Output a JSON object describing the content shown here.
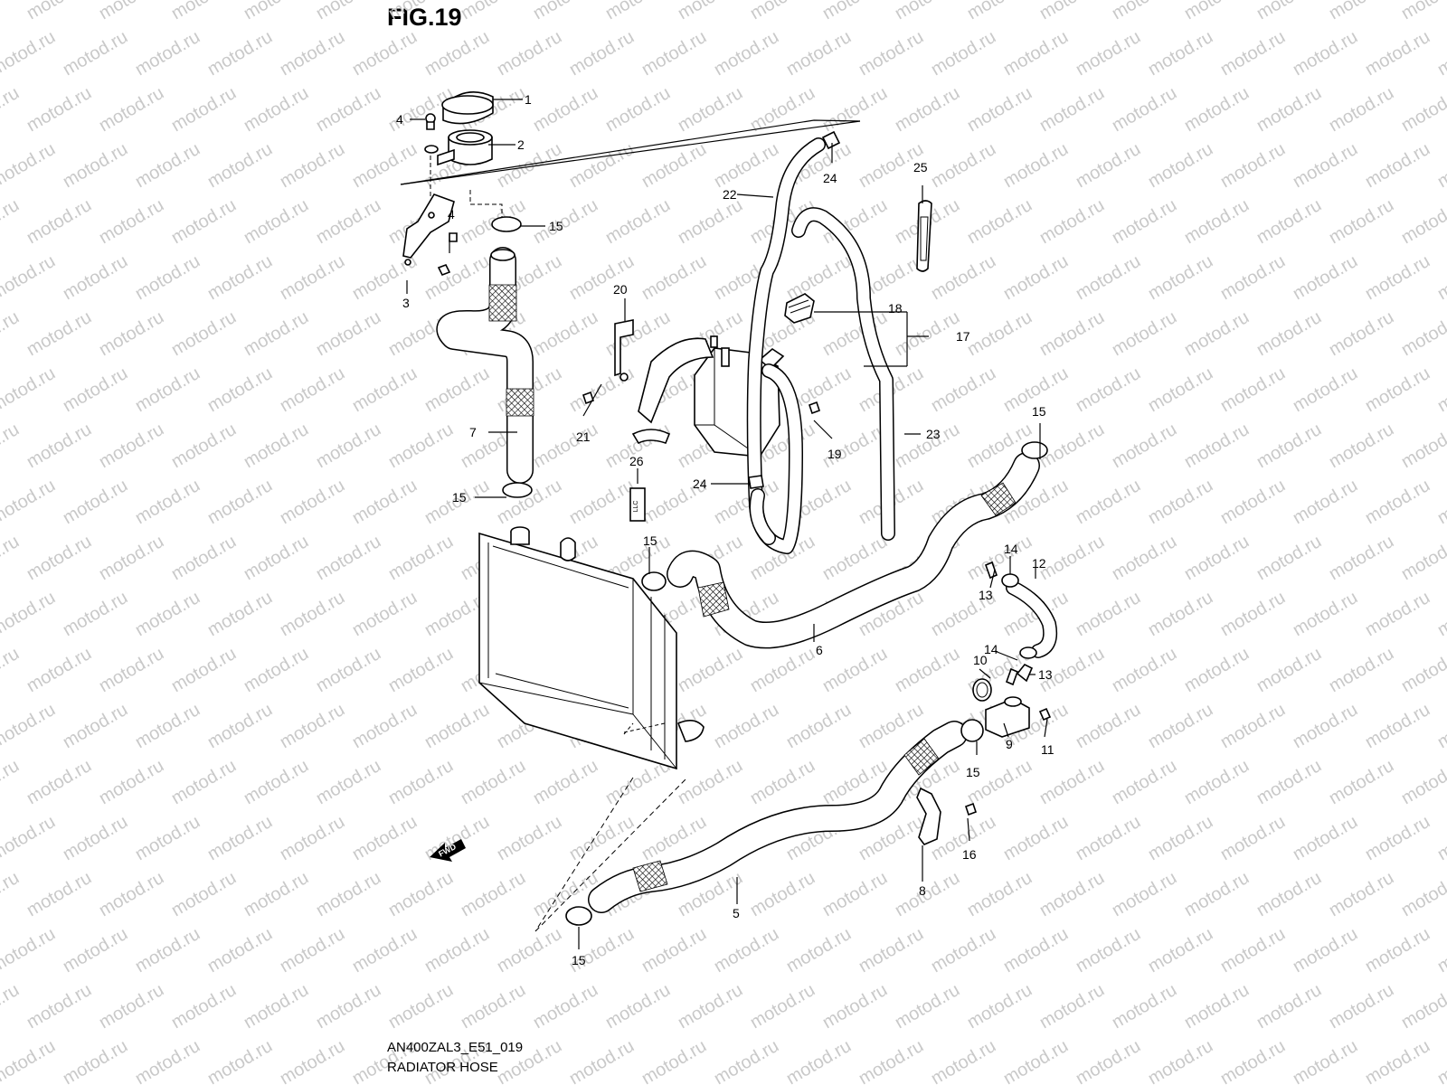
{
  "figure": {
    "title": "FIG.19",
    "code": "AN400ZAL3_E51_019",
    "name": "RADIATOR HOSE"
  },
  "watermark": "motod.ru",
  "direction_tag": "FWD",
  "llc_label": "LLC",
  "callouts": [
    "1",
    "2",
    "3",
    "4",
    "4",
    "5",
    "6",
    "7",
    "8",
    "9",
    "10",
    "11",
    "12",
    "13",
    "13",
    "14",
    "14",
    "15",
    "15",
    "15",
    "15",
    "15",
    "15",
    "16",
    "17",
    "18",
    "19",
    "20",
    "21",
    "22",
    "23",
    "24",
    "24",
    "25",
    "26"
  ]
}
